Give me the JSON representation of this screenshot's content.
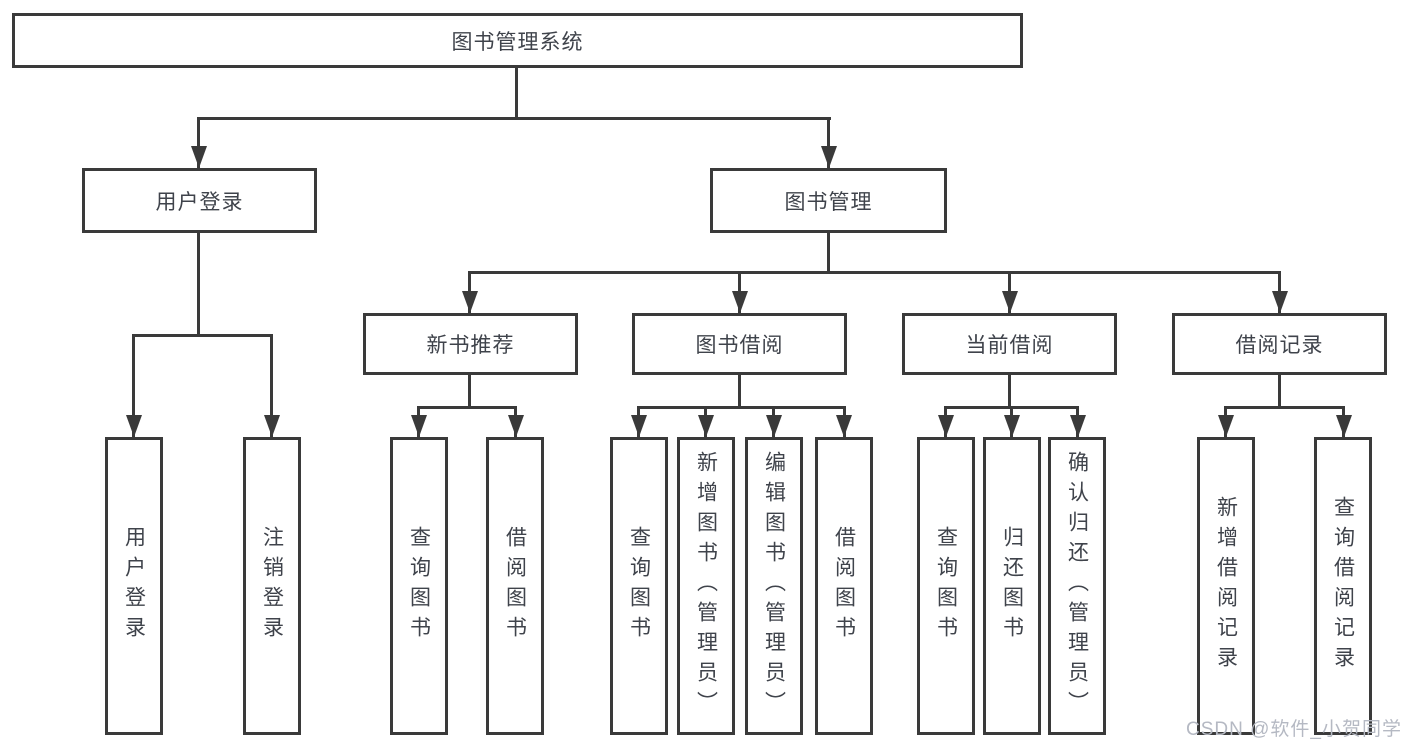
{
  "diagram": {
    "title_node": {
      "label": "图书管理系统"
    },
    "level2": [
      {
        "label": "用户登录"
      },
      {
        "label": "图书管理"
      }
    ],
    "level3": [
      {
        "label": "新书推荐"
      },
      {
        "label": "图书借阅"
      },
      {
        "label": "当前借阅"
      },
      {
        "label": "借阅记录"
      }
    ],
    "leaves": [
      {
        "label": "用户登录"
      },
      {
        "label": "注销登录"
      },
      {
        "label": "查询图书"
      },
      {
        "label": "借阅图书"
      },
      {
        "label": "查询图书"
      },
      {
        "label": "新增图书（管理员）"
      },
      {
        "label": "编辑图书（管理员）"
      },
      {
        "label": "借阅图书"
      },
      {
        "label": "查询图书"
      },
      {
        "label": "归还图书"
      },
      {
        "label": "确认归还（管理员）"
      },
      {
        "label": "新增借阅记录"
      },
      {
        "label": "查询借阅记录"
      }
    ],
    "colors": {
      "line": "#3a3a3a",
      "text": "#3f434b",
      "background": "#ffffff",
      "watermark": "#b5b9c3"
    }
  },
  "watermark": {
    "text": "CSDN @软件_小贺同学"
  }
}
